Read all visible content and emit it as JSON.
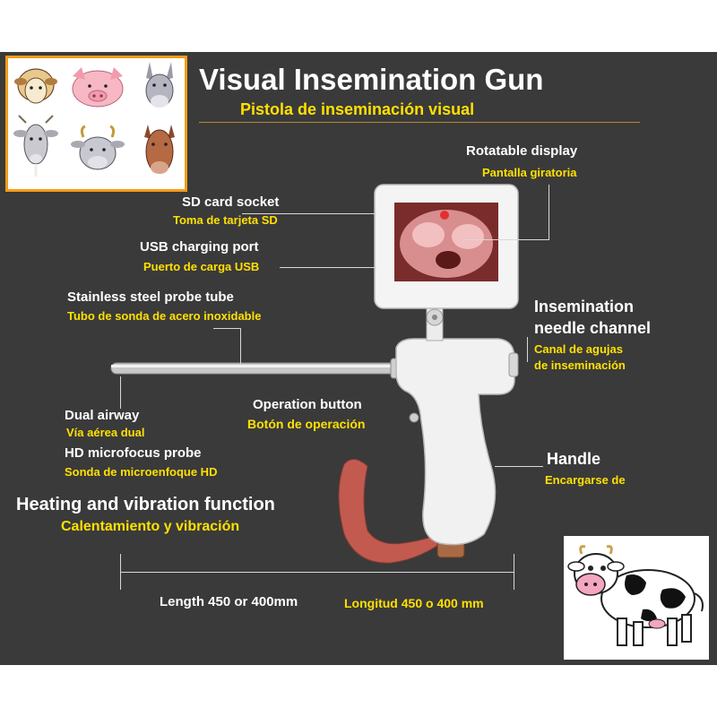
{
  "title": "Visual Insemination Gun",
  "subtitle": "Pistola de inseminación visual",
  "labels": {
    "rotatable_display": {
      "en": "Rotatable display",
      "es": "Pantalla giratoria"
    },
    "sd_card": {
      "en": "SD card socket",
      "es": "Toma de tarjeta SD"
    },
    "usb_port": {
      "en": "USB charging port",
      "es": "Puerto de carga USB"
    },
    "probe_tube": {
      "en": "Stainless steel probe tube",
      "es": "Tubo de sonda de acero inoxidable"
    },
    "needle_channel": {
      "en_line1": "Insemination",
      "en_line2": "needle channel",
      "es_line1": "Canal de agujas",
      "es_line2": "de inseminación"
    },
    "operation_button": {
      "en": "Operation button",
      "es": "Botón de operación"
    },
    "dual_airway": {
      "en": "Dual airway",
      "es": "Vía aérea dual"
    },
    "hd_probe": {
      "en": "HD microfocus probe",
      "es": "Sonda de microenfoque HD"
    },
    "handle": {
      "en": "Handle",
      "es": "Encargarse de"
    },
    "heating": {
      "en": "Heating and vibration function",
      "es": "Calentamiento y vibración"
    },
    "length": {
      "en": "Length 450 or 400mm",
      "es": "Longitud 450 o 400 mm"
    }
  },
  "colors": {
    "panel": "#3a3a3a",
    "accent_yellow": "#ffe000",
    "frame_orange": "#f59c18",
    "device_white": "#f1f1f1",
    "strap": "#c25a50"
  },
  "icons": {
    "animal_faces": [
      "sheep-face",
      "pig-face",
      "donkey-face",
      "goat-face",
      "cow-face",
      "horse-face"
    ],
    "cartoon": "cartoon-cow"
  }
}
